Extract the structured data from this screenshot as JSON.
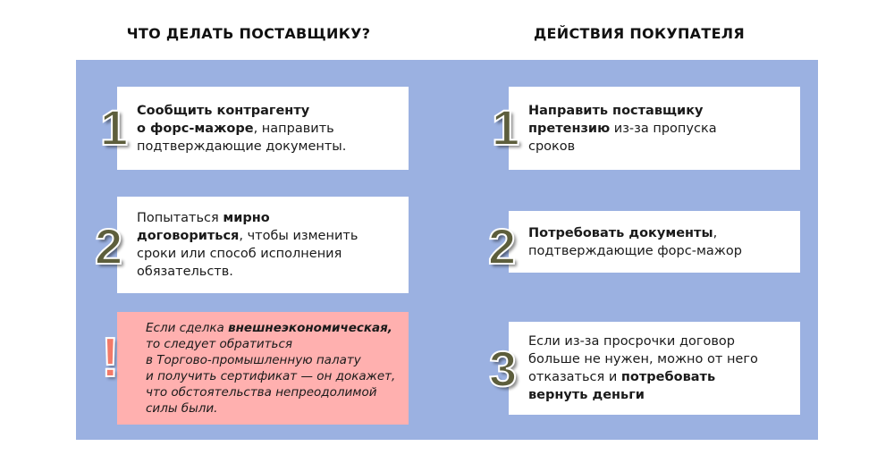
{
  "left": {
    "heading": "ЧТО ДЕЛАТЬ ПОСТАВЩИКУ?",
    "cards": [
      {
        "number": "1",
        "lines": [
          [
            "Сообщить контрагенту",
            ""
          ],
          [
            "о форс-мажоре",
            ", направить"
          ],
          [
            "",
            "подтверждающие документы."
          ]
        ]
      },
      {
        "number": "2",
        "l1": "Попытаться ",
        "l1b": "мирно",
        "l2b": "договориться",
        ",l2": ", чтобы изменить",
        "l3": "сроки или способ исполнения",
        "l4": "обязательств."
      }
    ],
    "note": {
      "icon": "!",
      "l1": "Если сделка ",
      "l1b": "внешнеэкономическая,",
      "l2": "то следует обратиться",
      "l3": "в Торгово-промышленную палату",
      "l4": "и получить сертификат — он докажет,",
      "l5": "что обстоятельства непреодолимой",
      "l6": "силы были."
    }
  },
  "right": {
    "heading": "ДЕЙСТВИЯ ПОКУПАТЕЛЯ",
    "cards": [
      {
        "number": "1",
        "l1b": "Направить поставщику",
        "l2b": "претензию",
        "l2": " из-за пропуска",
        "l3": "сроков"
      },
      {
        "number": "2",
        "l1b": "Потребовать документы",
        "l1": ",",
        "l2": "подтверждающие форс-мажор"
      },
      {
        "number": "3",
        "l1": "Если из-за просрочки договор",
        "l2": "больше не нужен, можно от него",
        "l3": "отказаться и ",
        "l3b": "потребовать",
        "l4b": "вернуть деньги"
      }
    ]
  },
  "colors": {
    "panel": "#9bb1e1",
    "number": "#5d5e3c",
    "note": "#ffb0af",
    "exclamation": "#f27a68"
  }
}
